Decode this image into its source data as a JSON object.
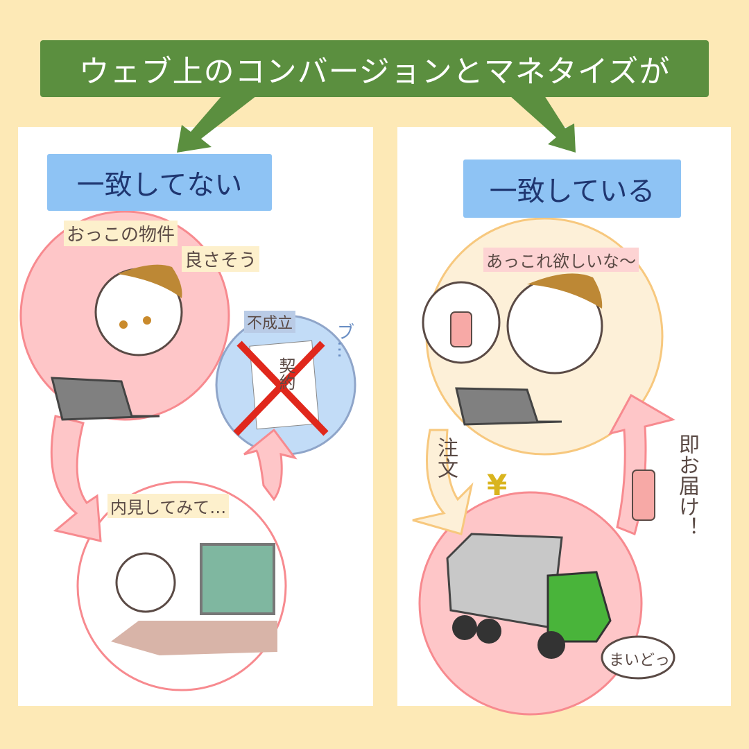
{
  "banner": {
    "title": "ウェブ上のコンバージョンとマネタイズが"
  },
  "left": {
    "label": "一致してない",
    "thought": [
      "おっこの物件",
      "良さそう"
    ],
    "failed_label": "不成立",
    "contract_text": "契約",
    "sound_effect": "ブ…",
    "viewing_caption": "内見してみて…"
  },
  "right": {
    "label": "一致している",
    "thought": "あっこれ欲しいな〜",
    "order_label": "注文",
    "yen_symbol": "¥",
    "delivery_label": "即お届け！",
    "truck_speech": "まいどっ"
  },
  "colors": {
    "background": "#fde9b6",
    "banner": "#5b8f3f",
    "label": "#8ec3f4",
    "label_text": "#1f3670",
    "pink": "#fec6c8",
    "blue": "#c2dcf7",
    "peach": "#fdf0d8"
  }
}
